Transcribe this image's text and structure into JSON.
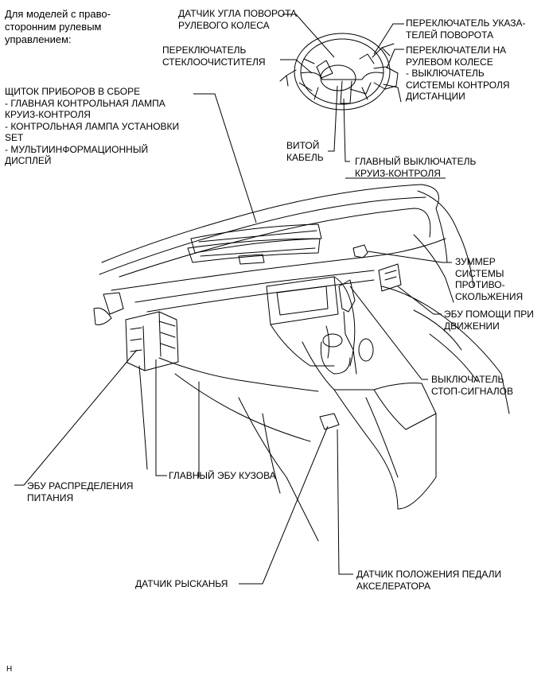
{
  "note": {
    "lines": [
      "Для моделей с право-",
      "сторонним рулевым",
      "управлением:"
    ]
  },
  "labels": {
    "steering_angle_sensor": [
      "ДАТЧИК УГЛА ПОВОРОТА",
      "РУЛЕВОГО КОЛЕСА"
    ],
    "wiper_switch": [
      "ПЕРЕКЛЮЧАТЕЛЬ",
      "СТЕКЛООЧИСТИТЕЛЯ"
    ],
    "turn_signal_switch": [
      "ПЕРЕКЛЮЧАТЕЛЬ УКАЗА-",
      "ТЕЛЕЙ ПОВОРОТА"
    ],
    "steering_pad_switch": [
      "ПЕРЕКЛЮЧАТЕЛИ НА",
      "РУЛЕВОМ КОЛЕСЕ",
      "- ВЫКЛЮЧАТЕЛЬ",
      "СИСТЕМЫ КОНТРОЛЯ",
      "ДИСТАНЦИИ"
    ],
    "spiral_cable": [
      "ВИТОЙ",
      "КАБЕЛЬ"
    ],
    "cruise_main_switch": [
      "ГЛАВНЫЙ ВЫКЛЮЧАТЕЛЬ",
      "КРУИЗ-КОНТРОЛЯ"
    ],
    "combination_meter": [
      "ЩИТОК ПРИБОРОВ В СБОРЕ",
      "- ГЛАВНАЯ КОНТРОЛЬНАЯ ЛАМПА",
      "КРУИЗ-КОНТРОЛЯ",
      "- КОНТРОЛЬНАЯ ЛАМПА УСТАНОВКИ",
      "SET",
      "- МУЛЬТИИНФОРМАЦИОННЫЙ",
      "ДИСПЛЕЙ"
    ],
    "skid_buzzer": [
      "ЗУММЕР",
      "СИСТЕМЫ",
      "ПРОТИВО-",
      "СКОЛЬЖЕНИЯ"
    ],
    "driving_support_ecu": [
      "ЭБУ ПОМОЩИ ПРИ",
      "ДВИЖЕНИИ"
    ],
    "stop_light_switch": [
      "ВЫКЛЮЧАТЕЛЬ",
      "СТОП-СИГНАЛОВ"
    ],
    "power_distribution_ecu": [
      "ЭБУ РАСПРЕДЕЛЕНИЯ",
      "ПИТАНИЯ"
    ],
    "main_body_ecu": [
      "ГЛАВНЫЙ ЭБУ КУЗОВА"
    ],
    "yaw_rate_sensor": [
      "ДАТЧИК РЫСКАНЬЯ"
    ],
    "accel_pedal_sensor": [
      "ДАТЧИК ПОЛОЖЕНИЯ ПЕДАЛИ",
      "АКСЕЛЕРАТОРА"
    ]
  },
  "footer": {
    "code": "H"
  }
}
